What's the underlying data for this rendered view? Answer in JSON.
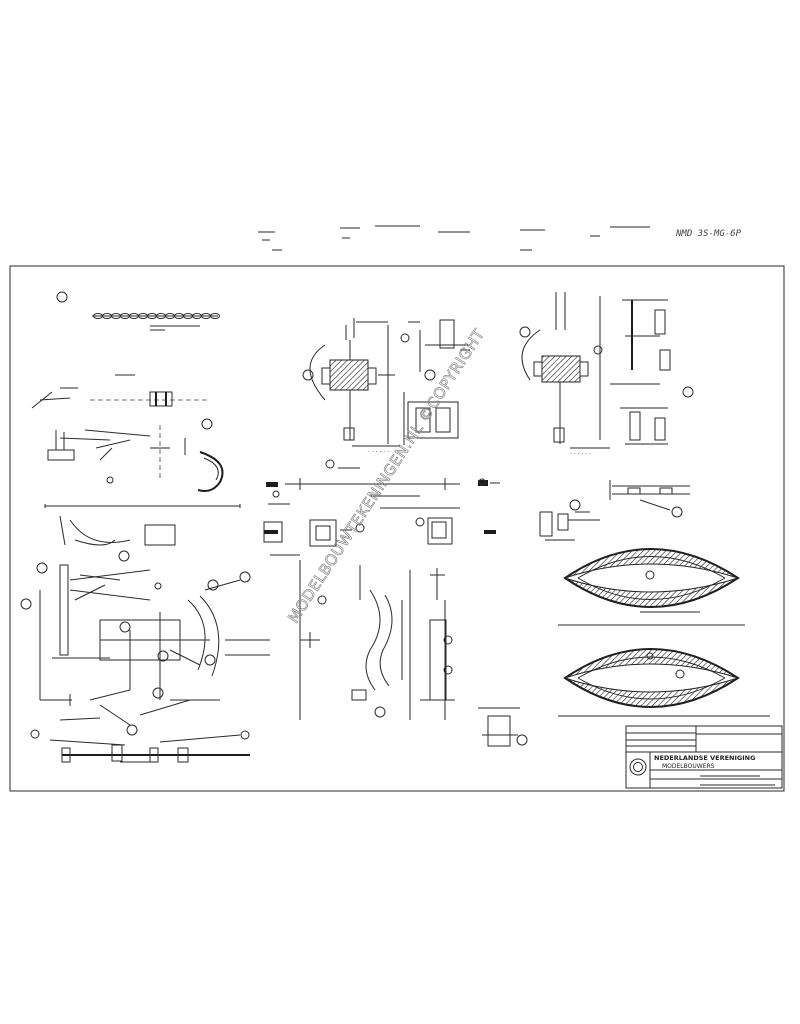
{
  "sheet": {
    "corner_code": "NMD 3S-MG-6P",
    "watermark": "MODELBOUWTEKENINGEN.NL ©COPYRIGHT"
  },
  "title_block": {
    "organisation_line1": "NEDERLANDSE VERENIGING",
    "organisation_line2": "MODELBOUWERS"
  },
  "icons": {
    "logo": "nvm-seal-icon"
  },
  "colors": {
    "ink": "#222222",
    "paper": "#ffffff"
  }
}
